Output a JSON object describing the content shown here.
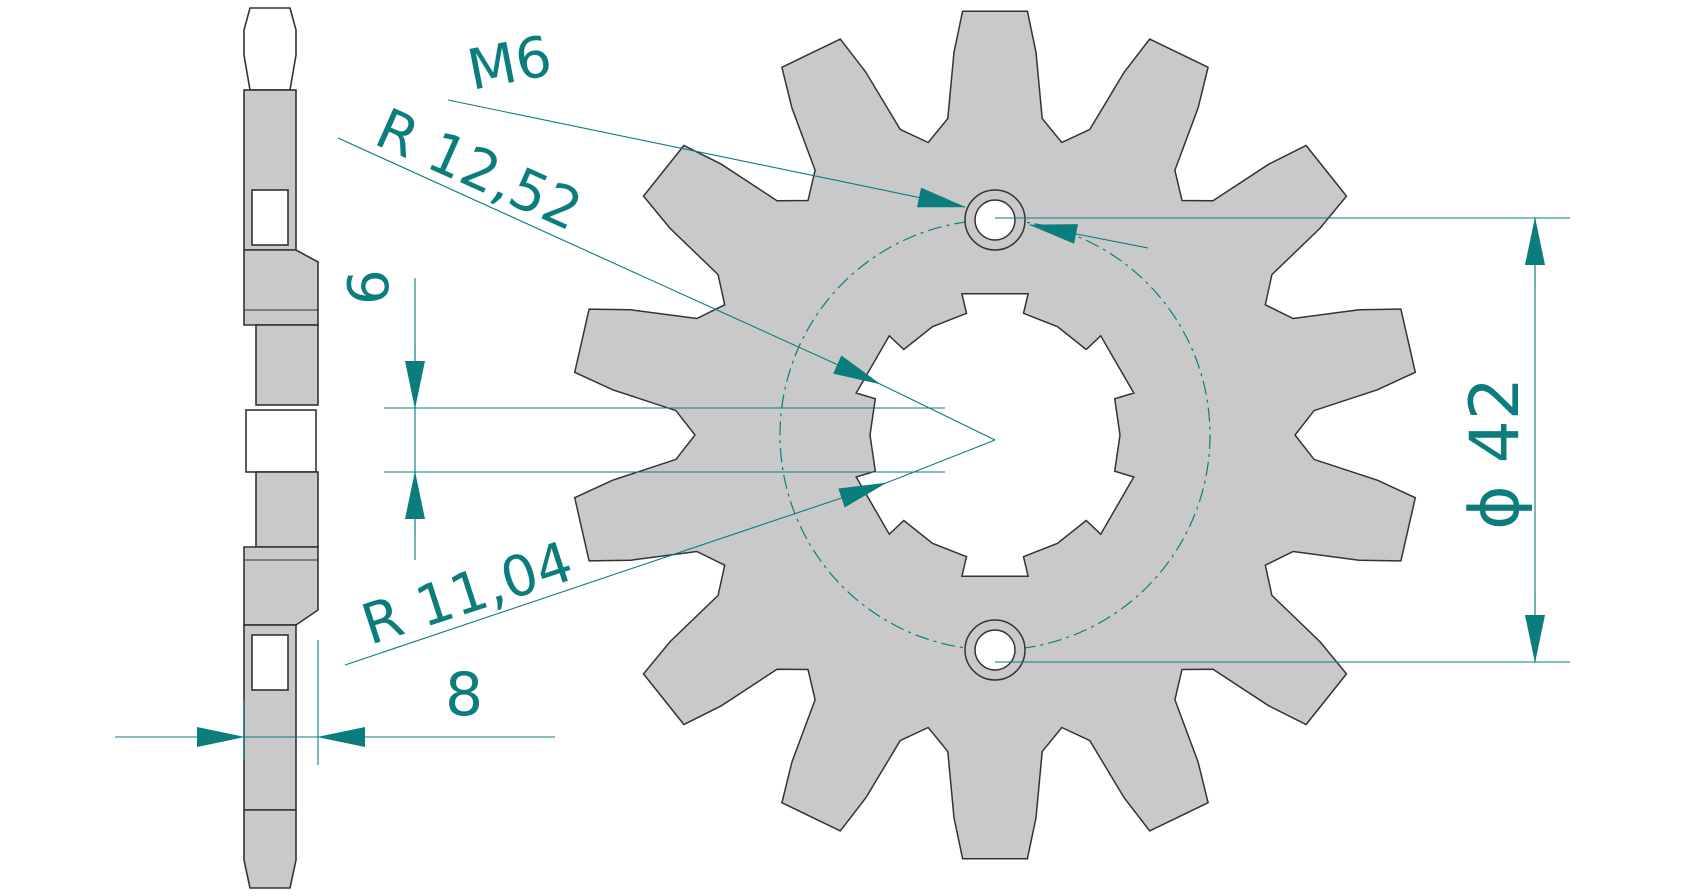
{
  "colors": {
    "part_fill": "#c9c9c9",
    "part_edge": "#333333",
    "dimension": "#0b7d7d",
    "background": "#ffffff"
  },
  "dimensions": {
    "bolt_thread": "M6",
    "outer_radius_label": "R 12,52",
    "inner_radius_label": "R 11,04",
    "bolt_circle_label": "ϕ 42",
    "spline_width": "6",
    "thickness": "8"
  },
  "part": {
    "tooth_count": 14,
    "bolt_hole_count": 2,
    "spline_count": 6
  }
}
